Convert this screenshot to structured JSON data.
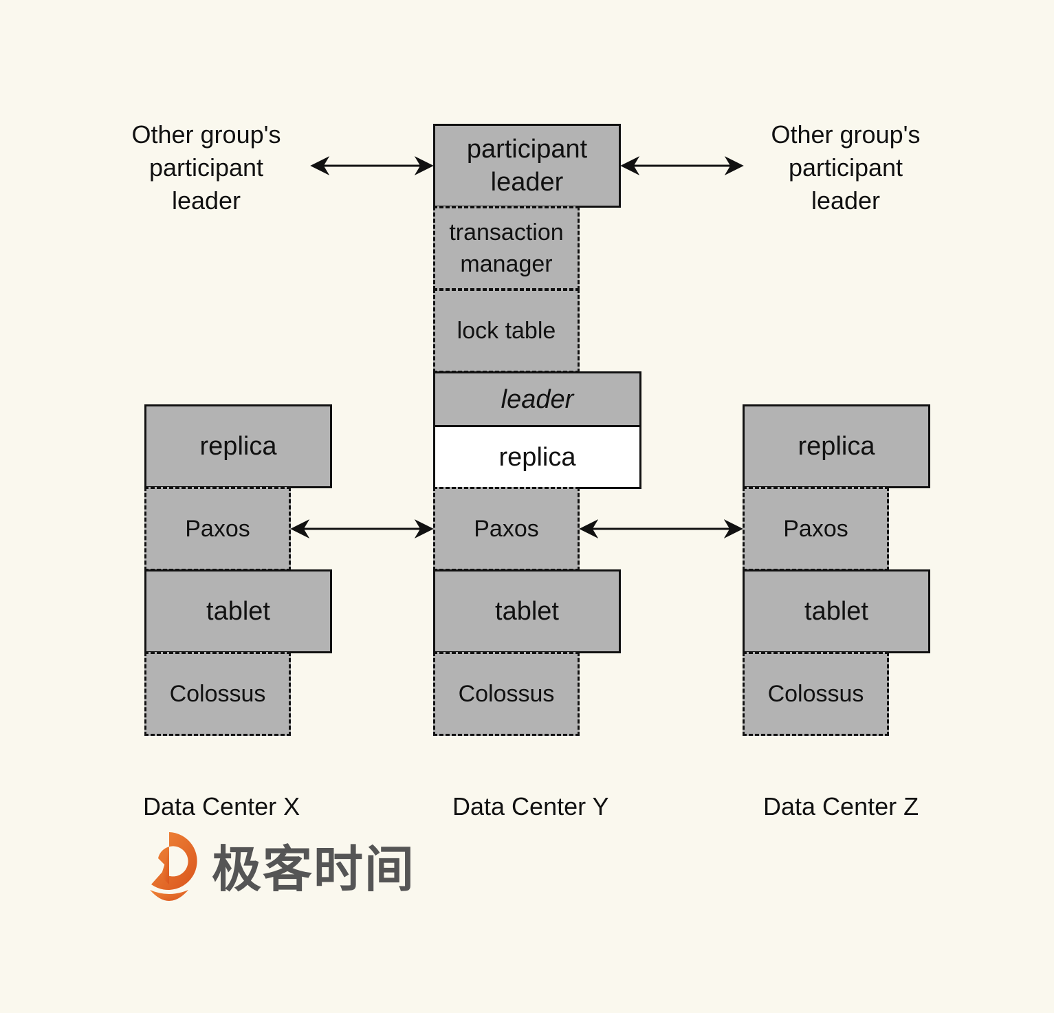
{
  "diagram": {
    "left_label": "Other group's\nparticipant\nleader",
    "right_label": "Other group's\nparticipant\nleader",
    "center": {
      "participant_leader": "participant\nleader",
      "transaction_manager": "transaction\nmanager",
      "lock_table": "lock table",
      "leader": "leader",
      "replica": "replica",
      "paxos": "Paxos",
      "tablet": "tablet",
      "colossus": "Colossus",
      "caption": "Data Center Y"
    },
    "left": {
      "replica": "replica",
      "paxos": "Paxos",
      "tablet": "tablet",
      "colossus": "Colossus",
      "caption": "Data Center X"
    },
    "right": {
      "replica": "replica",
      "paxos": "Paxos",
      "tablet": "tablet",
      "colossus": "Colossus",
      "caption": "Data Center Z"
    }
  },
  "watermark": {
    "text": "极客时间",
    "icon": "geektime-logo-icon",
    "color": "#e8702a"
  },
  "colors": {
    "background": "#faf8ee",
    "box_fill": "#b3b3b3",
    "stroke": "#111111"
  }
}
